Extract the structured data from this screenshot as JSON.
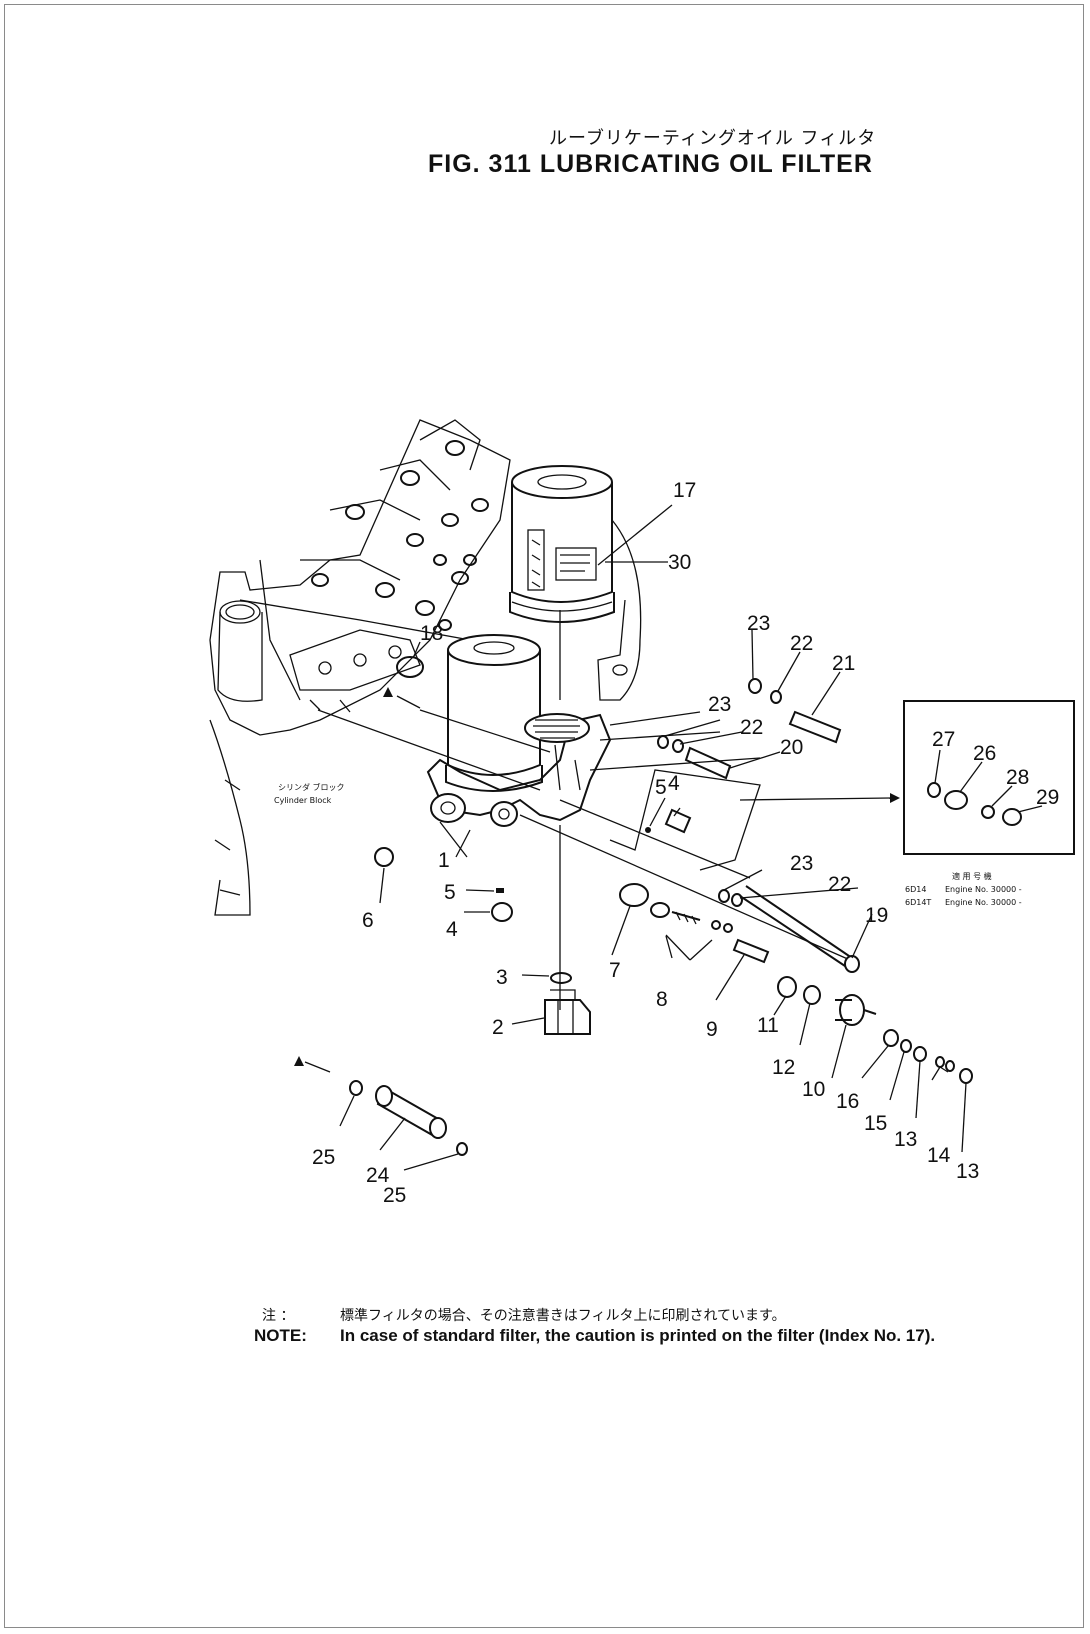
{
  "header": {
    "title_jp": "ルーブリケーティングオイル フィルタ",
    "title_en": "FIG. 311  LUBRICATING OIL FILTER"
  },
  "labels": {
    "block_jp": "シリンダ ブロック",
    "block_en": "Cylinder Block",
    "serial_a_code": "6D14",
    "serial_b_code": "6D14T",
    "serial_a_text": "Engine No. 30000 -",
    "serial_b_text": "Engine No. 30000 -",
    "serial_header": "適 用 号 機"
  },
  "callouts": [
    "1",
    "2",
    "3",
    "4",
    "4",
    "5",
    "5",
    "6",
    "7",
    "8",
    "9",
    "10",
    "11",
    "12",
    "13",
    "13",
    "14",
    "15",
    "16",
    "17",
    "18",
    "19",
    "20",
    "21",
    "22",
    "22",
    "22",
    "23",
    "23",
    "23",
    "24",
    "25",
    "25",
    "26",
    "27",
    "28",
    "29",
    "30"
  ],
  "note": {
    "label_jp": "注 ：",
    "text_jp": "標準フィルタの場合、その注意書きはフィルタ上に印刷されています。",
    "label_en": "NOTE:",
    "text_en": "In case of standard filter, the caution is printed on the filter (Index No. 17)."
  }
}
